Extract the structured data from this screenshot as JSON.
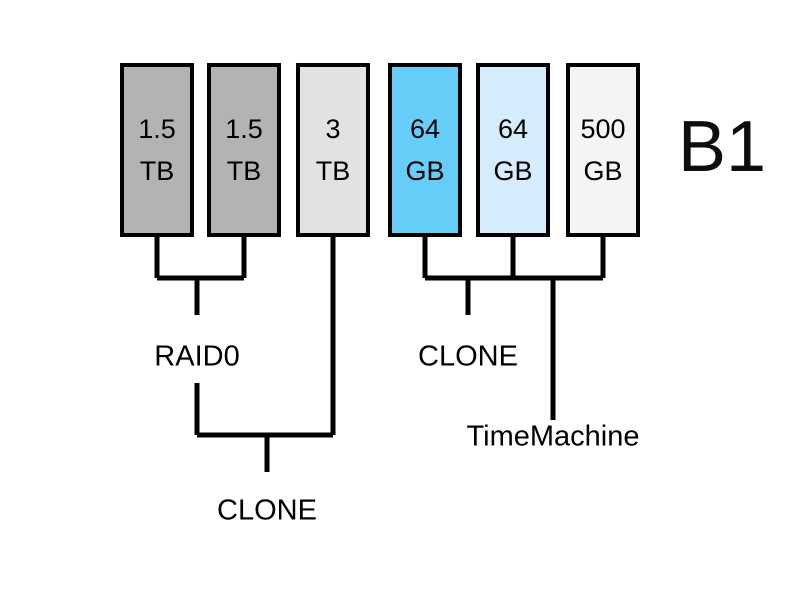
{
  "diagram": {
    "unit_label": "B1",
    "colors": {
      "drive_gray_dark": "#b3b3b3",
      "drive_gray_light": "#e2e2e2",
      "drive_blue_bright": "#66ccf8",
      "drive_blue_light": "#d4ecfb",
      "drive_white": "#f4f4f4",
      "stroke": "#000000",
      "background": "#ffffff"
    },
    "drives": [
      {
        "id": "drive-1",
        "size": "1.5",
        "unit": "TB",
        "fill": "#b3b3b3"
      },
      {
        "id": "drive-2",
        "size": "1.5",
        "unit": "TB",
        "fill": "#b3b3b3"
      },
      {
        "id": "drive-3",
        "size": "3",
        "unit": "TB",
        "fill": "#e2e2e2"
      },
      {
        "id": "drive-4",
        "size": "64",
        "unit": "GB",
        "fill": "#66ccf8"
      },
      {
        "id": "drive-5",
        "size": "64",
        "unit": "GB",
        "fill": "#d4ecfb"
      },
      {
        "id": "drive-6",
        "size": "500",
        "unit": "GB",
        "fill": "#f4f4f4"
      }
    ],
    "groups": [
      {
        "id": "group-raid0",
        "label": "RAID0",
        "members": [
          "drive-1",
          "drive-2"
        ]
      },
      {
        "id": "group-clone-right",
        "label": "CLONE",
        "members": [
          "drive-4",
          "drive-5"
        ]
      },
      {
        "id": "group-timemachine",
        "label": "TimeMachine",
        "members": [
          "drive-5",
          "drive-6"
        ]
      },
      {
        "id": "group-clone-bottom",
        "label": "CLONE",
        "members": [
          "group-raid0",
          "drive-3"
        ]
      }
    ]
  }
}
